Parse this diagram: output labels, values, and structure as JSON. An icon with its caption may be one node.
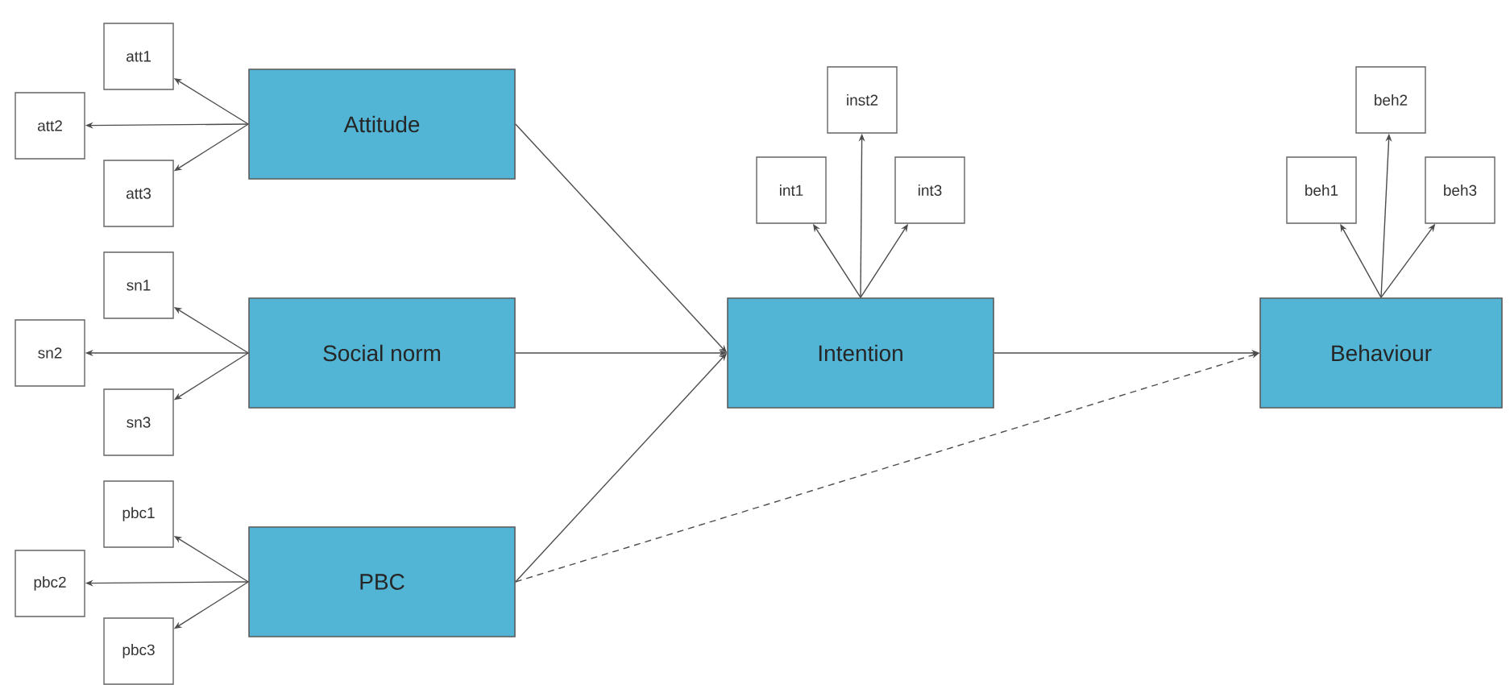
{
  "diagram": {
    "nodes": [
      {
        "text": [
          "Attitude"
        ]
      },
      {
        "text": [
          "att1"
        ]
      },
      {
        "text": [
          "att2"
        ]
      },
      {
        "text": [
          "att3"
        ]
      },
      {
        "text": [
          "Social norm"
        ]
      },
      {
        "text": [
          "sn1"
        ]
      },
      {
        "text": [
          "sn2"
        ]
      },
      {
        "text": [
          "sn3"
        ]
      },
      {
        "text": [
          "PBC"
        ]
      },
      {
        "text": [
          "pbc1"
        ]
      },
      {
        "text": [
          "pbc2"
        ]
      },
      {
        "text": [
          "pbc3"
        ]
      },
      {
        "text": [
          "Intention"
        ]
      },
      {
        "text": [
          "int1"
        ]
      },
      {
        "text": [
          "inst2"
        ]
      },
      {
        "text": [
          "int3"
        ]
      },
      {
        "text": [
          "Behaviour"
        ]
      },
      {
        "text": [
          "beh1"
        ]
      },
      {
        "text": [
          "beh2"
        ]
      },
      {
        "text": [
          "beh3"
        ]
      }
    ],
    "edges": [
      {
        "from": 0,
        "to": 1,
        "arrow": "to"
      },
      {
        "from": 0,
        "to": 2,
        "arrow": "to"
      },
      {
        "from": 0,
        "to": 3,
        "arrow": "to"
      },
      {
        "from": 4,
        "to": 5,
        "arrow": "to"
      },
      {
        "from": 4,
        "to": 6,
        "arrow": "to"
      },
      {
        "from": 4,
        "to": 7,
        "arrow": "to"
      },
      {
        "from": 8,
        "to": 9,
        "arrow": "to"
      },
      {
        "from": 8,
        "to": 10,
        "arrow": "to"
      },
      {
        "from": 8,
        "to": 11,
        "arrow": "to"
      },
      {
        "from": 12,
        "to": 13,
        "arrow": "to"
      },
      {
        "from": 12,
        "to": 14,
        "arrow": "to"
      },
      {
        "from": 12,
        "to": 15,
        "arrow": "to"
      },
      {
        "from": 16,
        "to": 17,
        "arrow": "to"
      },
      {
        "from": 16,
        "to": 18,
        "arrow": "to"
      },
      {
        "from": 16,
        "to": 19,
        "arrow": "to"
      },
      {
        "from": 0,
        "to": 12,
        "arrow": "to"
      },
      {
        "from": 4,
        "to": 12,
        "arrow": "to"
      },
      {
        "from": 8,
        "to": 12,
        "arrow": "to"
      },
      {
        "from": 12,
        "to": 16,
        "arrow": "to"
      },
      {
        "from": 8,
        "to": 16,
        "arrow": "to",
        "style": "dashed"
      }
    ]
  }
}
